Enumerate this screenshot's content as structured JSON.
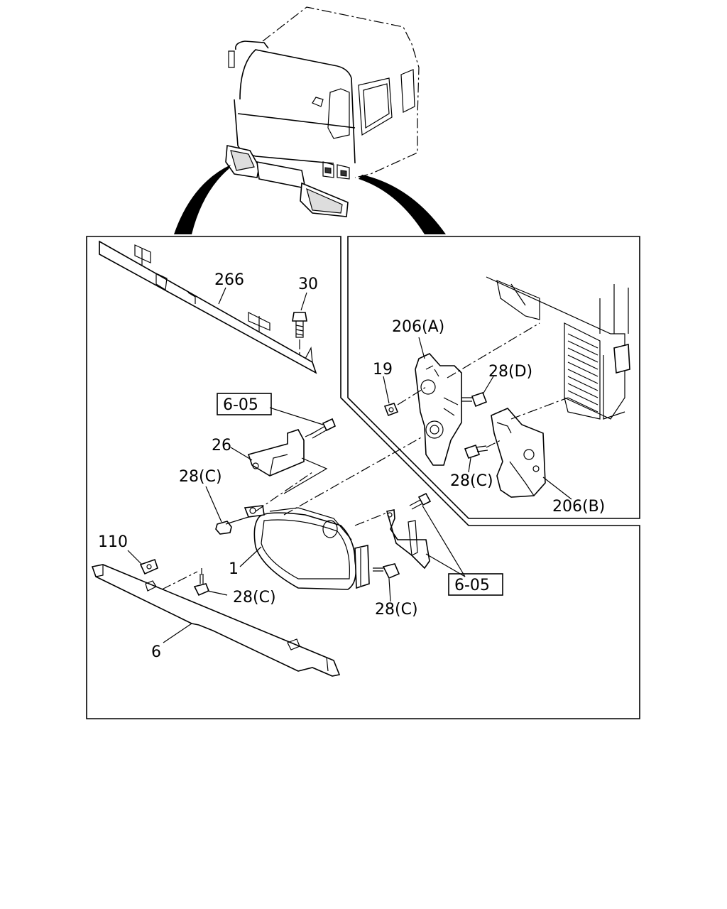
{
  "callouts": {
    "c266": "266",
    "c30": "30",
    "c6_05_a": "6-05",
    "c26": "26",
    "c28c_a": "28(C)",
    "c110": "110",
    "c1": "1",
    "c28c_b": "28(C)",
    "c6": "6",
    "c28c_c": "28(C)",
    "c6_05_b": "6-05",
    "c206a": "206(A)",
    "c19": "19",
    "c28d": "28(D)",
    "c28c_d": "28(C)",
    "c206b": "206(B)"
  }
}
